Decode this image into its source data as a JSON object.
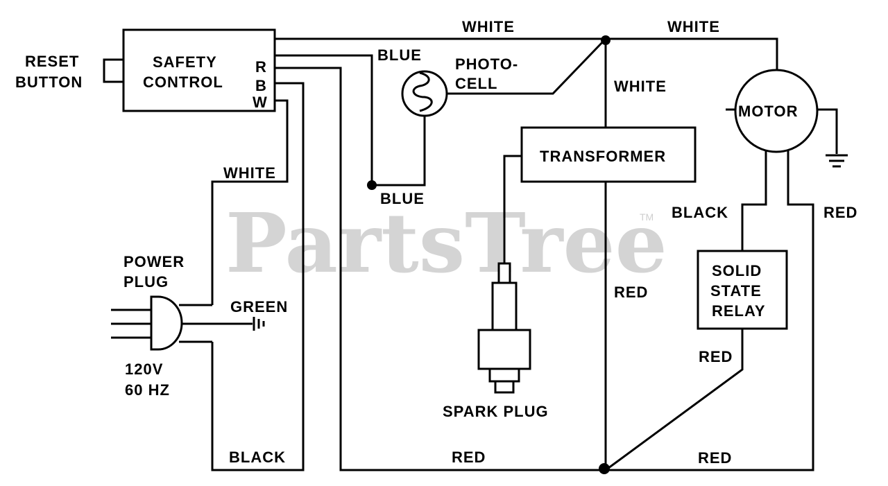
{
  "watermark": {
    "text": "PartsTree",
    "tm": "TM"
  },
  "components": {
    "safety_control": [
      "SAFETY",
      "CONTROL"
    ],
    "terminals": [
      "R",
      "B",
      "W"
    ],
    "reset_button": [
      "RESET",
      "BUTTON"
    ],
    "photocell": [
      "PHOTO-",
      "CELL"
    ],
    "transformer": "TRANSFORMER",
    "motor": "MOTOR",
    "solid_state_relay": [
      "SOLID",
      "STATE",
      "RELAY"
    ],
    "spark_plug": "SPARK PLUG",
    "power_plug": [
      "POWER",
      "PLUG"
    ],
    "power_rating": [
      "120V",
      "60 HZ"
    ]
  },
  "wires": {
    "white_top_left": "WHITE",
    "white_top_right": "WHITE",
    "white_vertical": "WHITE",
    "white_left": "WHITE",
    "blue_upper": "BLUE",
    "blue_lower": "BLUE",
    "green": "GREEN",
    "black_bottom": "BLACK",
    "black_motor": "BLACK",
    "red_motor": "RED",
    "red_mid": "RED",
    "red_relay": "RED",
    "red_bottom_left": "RED",
    "red_bottom_right": "RED"
  }
}
